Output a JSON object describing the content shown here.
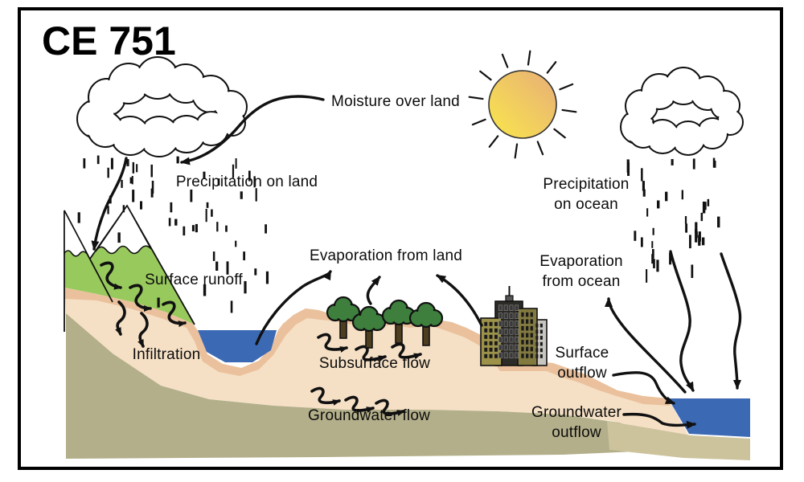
{
  "title": "CE 751",
  "labels": {
    "moisture_over_land": "Moisture over land",
    "precipitation_on_land": "Precipitation on land",
    "precipitation_on_ocean": "Precipitation\non ocean",
    "evaporation_from_land": "Evaporation from land",
    "evaporation_from_ocean": "Evaporation\nfrom ocean",
    "surface_runoff": "Surface runoff",
    "infiltration": "Infiltration",
    "subsurface_flow": "Subsurface flow",
    "groundwater_flow": "Groundwater flow",
    "surface_outflow": "Surface\noutflow",
    "groundwater_outflow": "Groundwater\noutflow"
  },
  "colors": {
    "ink": "#111111",
    "cloud_fill": "#ffffff",
    "water": "#3c69b3",
    "mountain_green": "#98c95d",
    "snow_white": "#ffffff",
    "land_tan": "#eac19c",
    "land_peach": "#f5e0c5",
    "land_olive": "#b3af8a",
    "seabed_khaki": "#ccc39c",
    "sun_yellow": "#fae74b",
    "sun_orange": "#e7ae78",
    "tree_foliage": "#3e7f3e",
    "tree_trunk": "#4e3e20",
    "building_dark": "#2d2b27",
    "building_khaki": "#9c9249",
    "building_olive": "#837a3f",
    "building_gray": "#c8c6c1",
    "building_window": "#1b1b1b"
  }
}
